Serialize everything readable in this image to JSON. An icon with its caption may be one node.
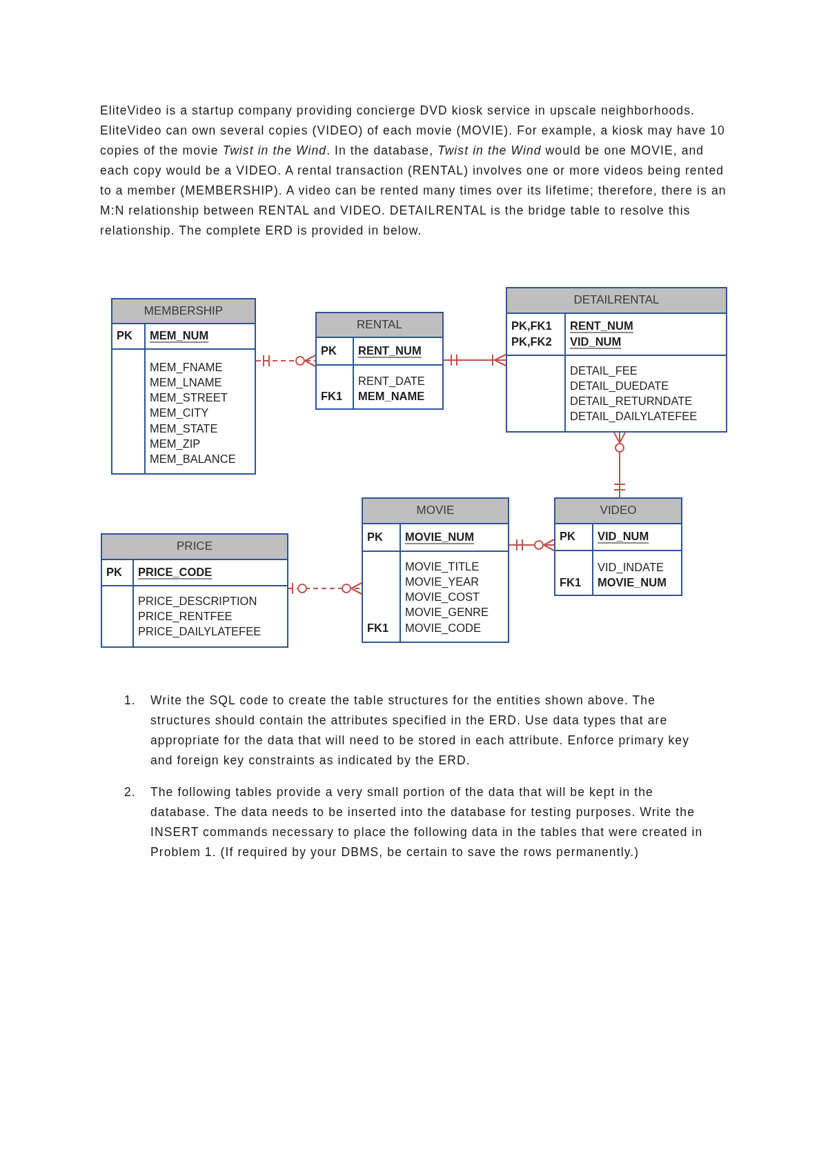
{
  "diagram": {
    "nodes": [
      {
        "text": [
          "MEMBERSHIP",
          "PK",
          "MEM_NUM",
          "MEM_FNAME",
          "MEM_LNAME",
          "MEM_STREET",
          "MEM_CITY",
          "MEM_STATE",
          "MEM_ZIP",
          "MEM_BALANCE"
        ]
      },
      {
        "text": [
          "RENTAL",
          "PK",
          "RENT_NUM",
          "RENT_DATE",
          "FK1",
          "MEM_NAME"
        ]
      },
      {
        "text": [
          "DETAILRENTAL",
          "PK,FK1",
          "RENT_NUM",
          "PK,FK2",
          "VID_NUM",
          "DETAIL_FEE",
          "DETAIL_DUEDATE",
          "DETAIL_RETURNDATE",
          "DETAIL_DAILYLATEFEE"
        ]
      },
      {
        "text": [
          "PRICE",
          "PK",
          "PRICE_CODE",
          "PRICE_DESCRIPTION",
          "PRICE_RENTFEE",
          "PRICE_DAILYLATEFEE"
        ]
      },
      {
        "text": [
          "MOVIE",
          "PK",
          "MOVIE_NUM",
          "MOVIE_TITLE",
          "MOVIE_YEAR",
          "MOVIE_COST",
          "MOVIE_GENRE",
          "FK1",
          "MOVIE_CODE"
        ]
      },
      {
        "text": [
          "VIDEO",
          "PK",
          "VID_NUM",
          "VID_INDATE",
          "FK1",
          "MOVIE_NUM"
        ]
      }
    ],
    "edges": [
      {
        "from": 0,
        "to": 1,
        "arrow": "other",
        "style": "dashed"
      },
      {
        "from": 1,
        "to": 2,
        "arrow": "other"
      },
      {
        "from": 5,
        "to": 2,
        "arrow": "other"
      },
      {
        "from": 3,
        "to": 4,
        "arrow": "other",
        "style": "dashed"
      },
      {
        "from": 4,
        "to": 5,
        "arrow": "other"
      }
    ],
    "labels": [
      "EliteVideo is a startup company providing concierge DVD kiosk service in upscale neighborhoods. EliteVideo can own several copies (VIDEO) of each movie (MOVIE). For example, a kiosk may have 10 copies of the movie *Twist in the Wind*. In the database, *Twist in the Wind* would be one MOVIE, and each copy would be a VIDEO. A rental transaction (RENTAL) involves one or more videos being rented to a member (MEMBERSHIP). A video can be rented many times over its lifetime; therefore, there is an M:N relationship between RENTAL and VIDEO. DETAILRENTAL is the bridge table to resolve this relationship. The complete ERD is provided in below.",
      "1.",
      "Write the SQL code to create the table structures for the entities shown above. The structures should contain the attributes specified in the ERD. Use data types that are appropriate for the data that will need to be stored in each attribute. Enforce primary key and foreign key constraints as indicated by the ERD.",
      "2.",
      "The following tables provide a very small portion of the data that will be kept in the database. The data needs to be inserted into the database for testing purposes. Write the INSERT commands necessary to place the following data in the tables that were created in Problem 1. (If required by your DBMS, be certain to save the rows permanently.)"
    ]
  }
}
